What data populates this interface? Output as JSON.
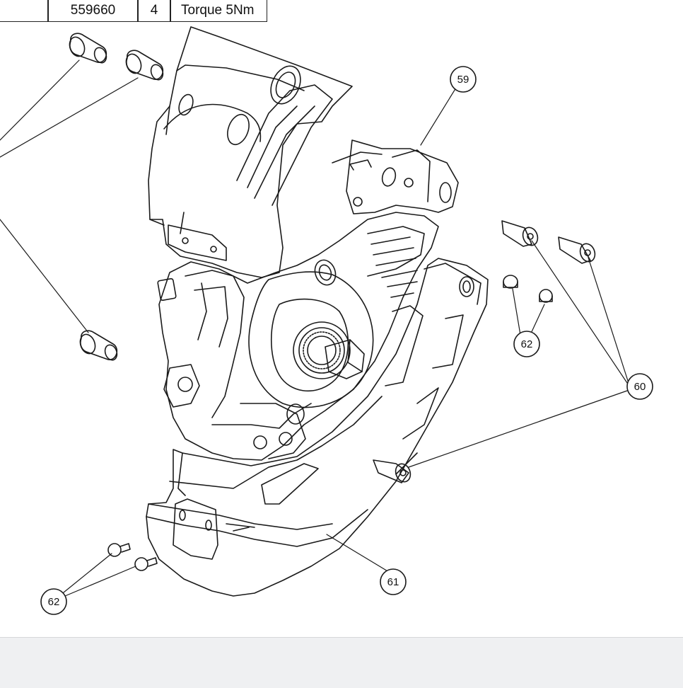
{
  "parts_table": {
    "row": {
      "col0": "",
      "part_number": "559660",
      "quantity": "4",
      "note": "Torque 5Nm"
    }
  },
  "callouts": {
    "c59": "59",
    "c60": "60",
    "c61": "61",
    "c62_right": "62",
    "c62_bottom": "62"
  },
  "colors": {
    "line": "#1a1a1a",
    "footer_bg": "#eff0f2"
  }
}
